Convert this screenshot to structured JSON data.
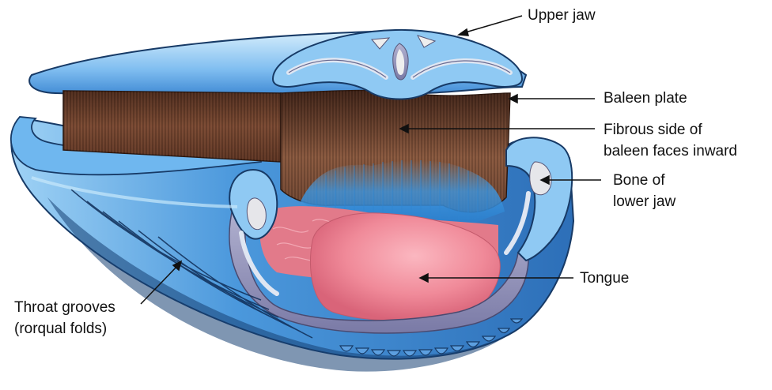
{
  "labels": {
    "upper_jaw": "Upper jaw",
    "baleen_plate": "Baleen plate",
    "fibrous_line1": "Fibrous side of",
    "fibrous_line2": "baleen faces inward",
    "bone_line1": "Bone of",
    "bone_line2": "lower jaw",
    "tongue": "Tongue",
    "throat_line1": "Throat grooves",
    "throat_line2": "(rorqual folds)"
  },
  "colors": {
    "skin_blue": "#4a9be0",
    "skin_light": "#a9d6f5",
    "skin_dark": "#1f5a9c",
    "baleen_brown": "#6b3f2a",
    "baleen_dark": "#3e2418",
    "bone": "#e6e6e6",
    "lavender": "#8f8fb5",
    "tongue_pink": "#f28c9a",
    "floor_pink": "#e0707f"
  }
}
